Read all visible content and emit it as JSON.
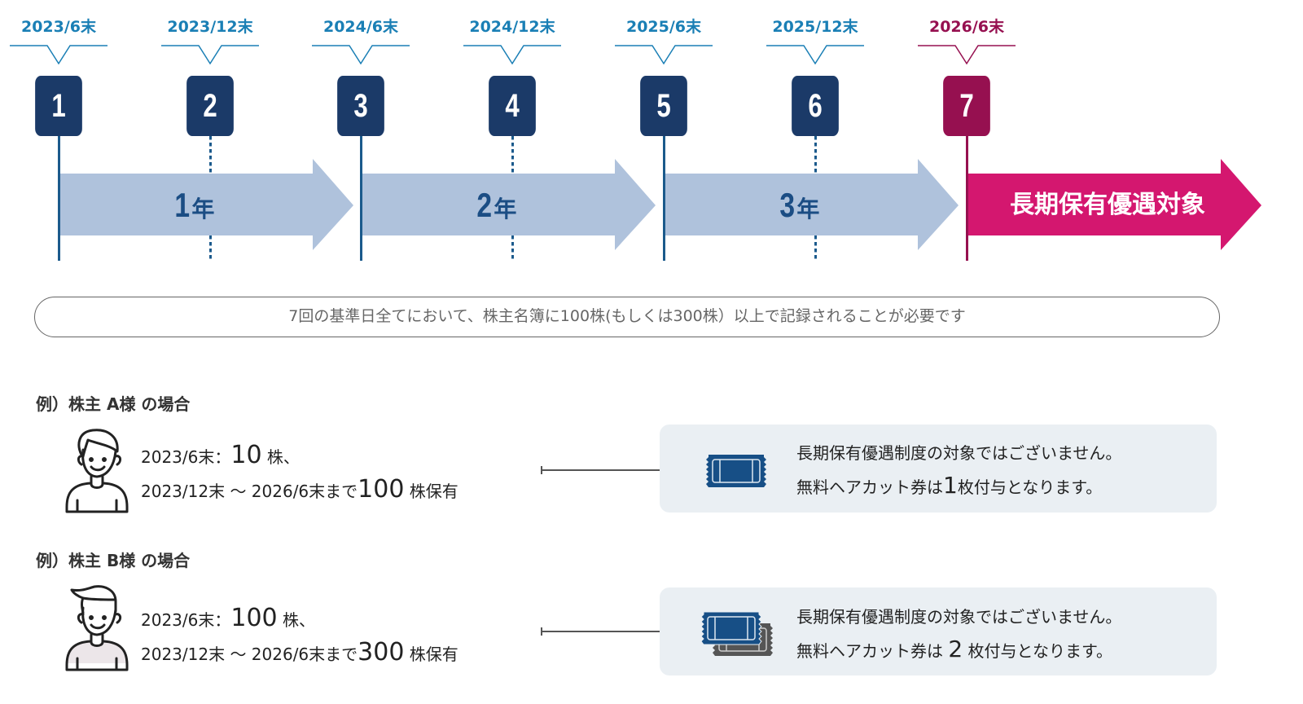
{
  "timeline": {
    "steps": [
      {
        "number": "1",
        "date": "2023/6末",
        "line": "solid"
      },
      {
        "number": "2",
        "date": "2023/12末",
        "line": "dotted"
      },
      {
        "number": "3",
        "date": "2024/6末",
        "line": "solid"
      },
      {
        "number": "4",
        "date": "2024/12末",
        "line": "dotted"
      },
      {
        "number": "5",
        "date": "2025/6末",
        "line": "solid"
      },
      {
        "number": "6",
        "date": "2025/12末",
        "line": "dotted"
      },
      {
        "number": "7",
        "date": "2026/6末",
        "line": "solid",
        "final": true
      }
    ],
    "periods": [
      {
        "num": "1",
        "unit": "年"
      },
      {
        "num": "2",
        "unit": "年"
      },
      {
        "num": "3",
        "unit": "年"
      }
    ],
    "final_label": "長期保有優遇対象",
    "colors": {
      "date_text": "#1a7fb5",
      "step_box": "#1b3a68",
      "final": "#961050",
      "period_arrow": "#afc2dc",
      "final_arrow": "#d4176f"
    }
  },
  "requirement": "7回の基準日全てにおいて、株主名簿に100株(もしくは300株）以上で記録されることが必要です",
  "examples": [
    {
      "title": "例）株主 A様 の場合",
      "line1_prefix": "2023/6末：",
      "line1_value": "10",
      "line1_suffix": "株、",
      "line2_prefix": "2023/12末 ～ 2026/6末まで",
      "line2_value": "100",
      "line2_suffix": "株保有",
      "result_line1": "長期保有優遇制度の対象ではございません。",
      "result_line2_prefix": "無料ヘアカット券は",
      "result_line2_value": "1",
      "result_line2_suffix": "枚付与となります。",
      "ticket_icon": "single-ticket-icon"
    },
    {
      "title": "例）株主 B様 の場合",
      "line1_prefix": "2023/6末：",
      "line1_value": "100",
      "line1_suffix": "株、",
      "line2_prefix": "2023/12末 ～ 2026/6末まで",
      "line2_value": "300",
      "line2_suffix": "株保有",
      "result_line1": "長期保有優遇制度の対象ではございません。",
      "result_line2_prefix": "無料ヘアカット券は",
      "result_line2_value": "2",
      "result_line2_suffix": "枚付与となります。",
      "ticket_icon": "double-ticket-icon"
    }
  ]
}
